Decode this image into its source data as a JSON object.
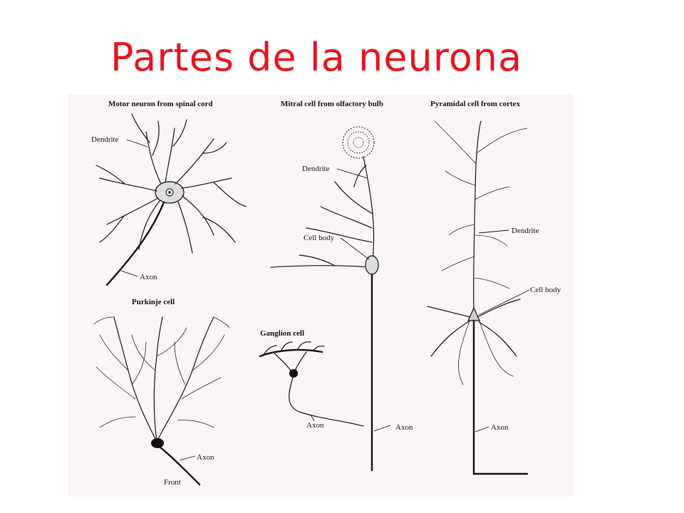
{
  "slide": {
    "title": "Partes de la neurona",
    "title_color": "#e8141b"
  },
  "figure": {
    "panels": [
      {
        "heading": "Motor neuron from spinal cord",
        "labels": [
          "Dendrite",
          "Axon"
        ]
      },
      {
        "heading": "Mitral cell from olfactory bulb",
        "labels": [
          "Dendrite",
          "Cell body",
          "Axon"
        ]
      },
      {
        "heading": "Pyramidal cell from cortex",
        "labels": [
          "Dendrite",
          "Cell body",
          "Axon"
        ]
      },
      {
        "heading": "Purkinje cell",
        "labels": [
          "Axon",
          "Front"
        ]
      },
      {
        "heading": "Ganglion cell",
        "labels": [
          "Axon"
        ]
      }
    ]
  }
}
